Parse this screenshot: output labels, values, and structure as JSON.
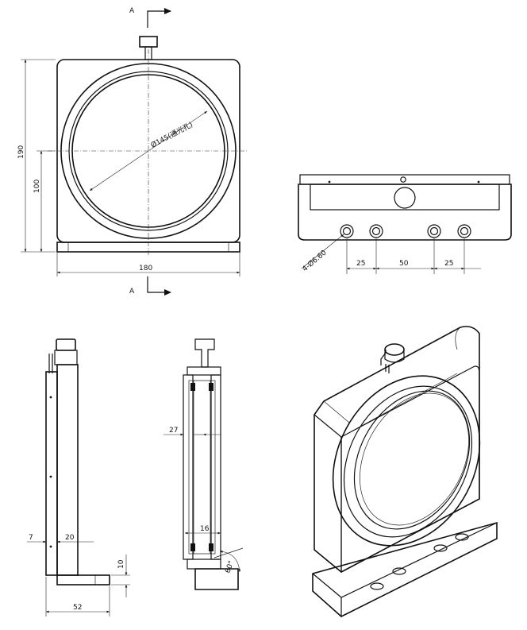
{
  "section_marks": {
    "top": "A",
    "bottom": "A"
  },
  "front_view": {
    "dim_height_total": "190",
    "dim_height_center": "100",
    "dim_width": "180",
    "dim_aperture": "Ø145(通光孔)"
  },
  "bottom_view": {
    "dim_holes": "4-Ø6.60",
    "dim_pitch_left": "25",
    "dim_pitch_mid": "50",
    "dim_pitch_right": "25"
  },
  "side_view": {
    "dim_plate": "7",
    "dim_offset": "20",
    "dim_base_thickness": "10",
    "dim_base_depth": "52"
  },
  "section_view": {
    "dim_ring_width": "27",
    "dim_inner_width": "16",
    "dim_angle": "60°"
  }
}
